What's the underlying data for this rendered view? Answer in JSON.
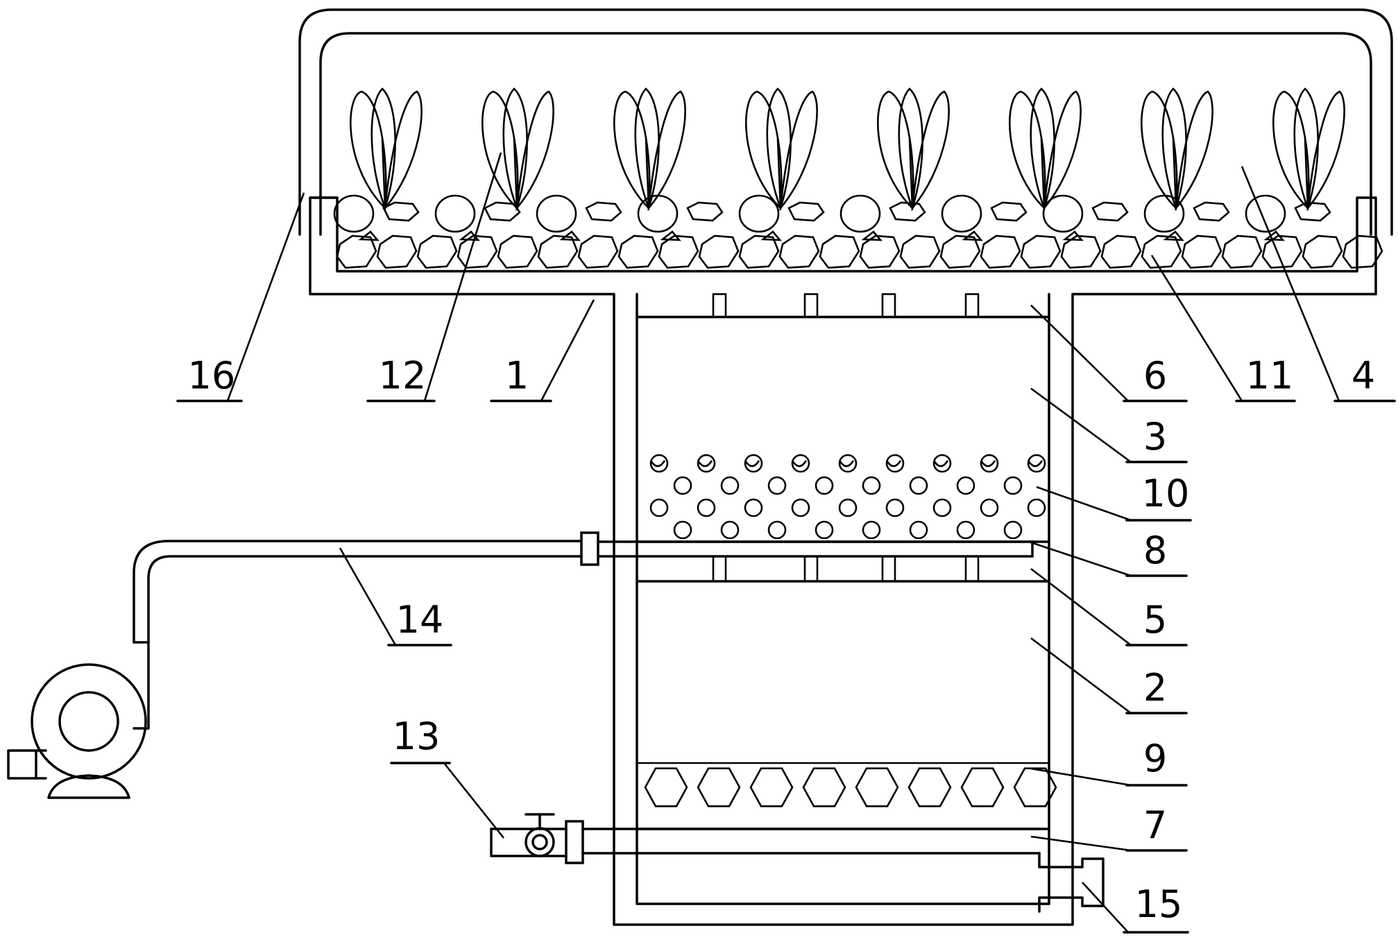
{
  "labels": {
    "l1": "1",
    "l2": "2",
    "l3": "3",
    "l4": "4",
    "l5": "5",
    "l6": "6",
    "l7": "7",
    "l8": "8",
    "l9": "9",
    "l10": "10",
    "l11": "11",
    "l12": "12",
    "l13": "13",
    "l14": "14",
    "l15": "15",
    "l16": "16"
  },
  "plant_count": 8,
  "colors": {
    "line": "#000000",
    "background": "#ffffff"
  }
}
